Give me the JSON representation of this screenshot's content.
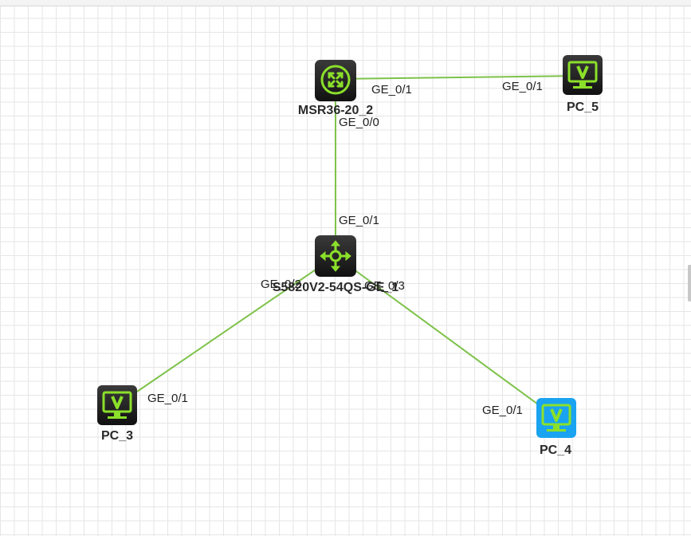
{
  "topology": {
    "devices": [
      {
        "id": "router",
        "name": "MSR36-20_2",
        "type": "router",
        "icon": "router-icon"
      },
      {
        "id": "switch",
        "name": "S5820V2-54QS-GE_1",
        "type": "switch",
        "icon": "switch-icon"
      },
      {
        "id": "pc5",
        "name": "PC_5",
        "type": "pc",
        "icon": "pc-icon"
      },
      {
        "id": "pc3",
        "name": "PC_3",
        "type": "pc",
        "icon": "pc-icon"
      },
      {
        "id": "pc4",
        "name": "PC_4",
        "type": "pc",
        "icon": "pc-icon",
        "selected": true
      }
    ],
    "links": [
      {
        "from": "router",
        "from_port": "GE_0/1",
        "to": "pc5",
        "to_port": "GE_0/1"
      },
      {
        "from": "router",
        "from_port": "GE_0/0",
        "to": "switch",
        "to_port": "GE_0/1"
      },
      {
        "from": "switch",
        "from_port": "GE_0/2",
        "to": "pc3",
        "to_port": "GE_0/1"
      },
      {
        "from": "switch",
        "from_port": "GE_0/3",
        "to": "pc4",
        "to_port": "GE_0/1"
      }
    ],
    "colors": {
      "link": "#7ec24a",
      "device_body": "#1f1f1f",
      "device_glyph": "#8be02a",
      "selected_body": "#1aa3f0"
    }
  }
}
